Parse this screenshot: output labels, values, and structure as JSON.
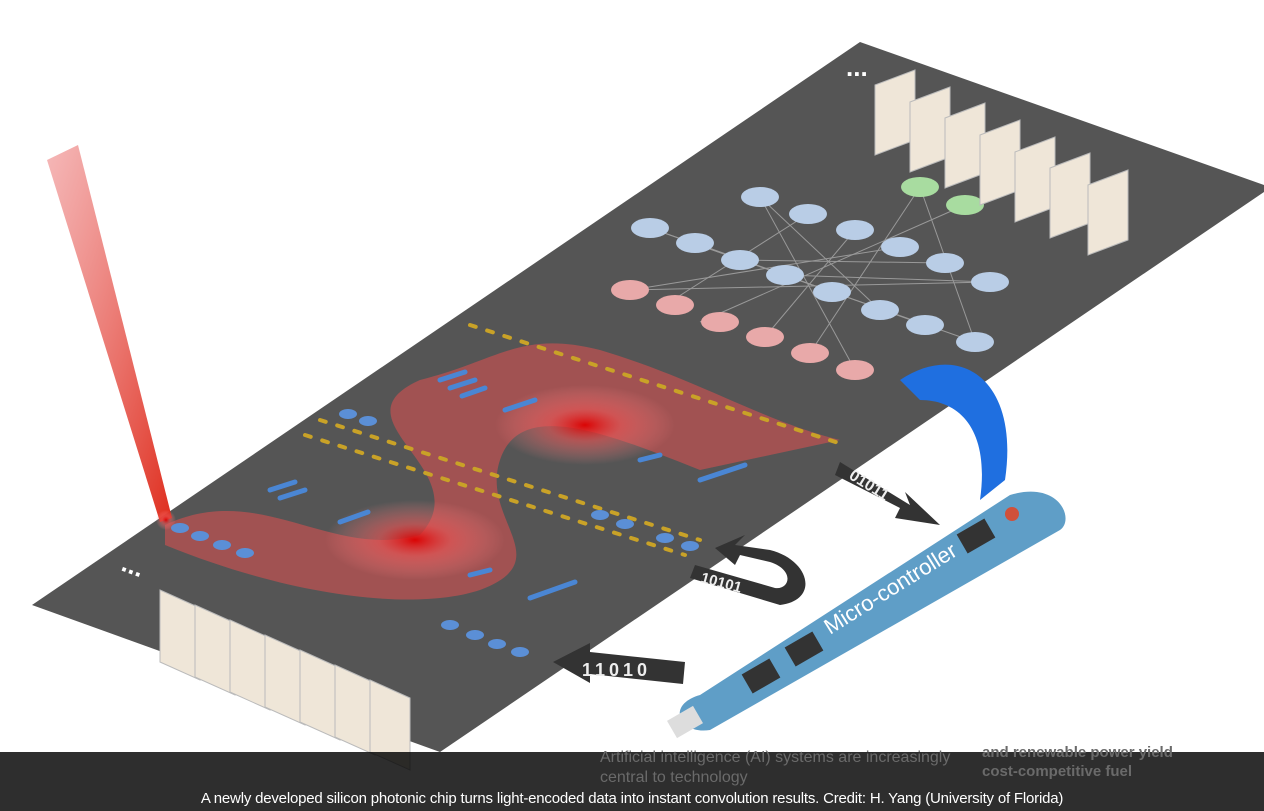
{
  "figure": {
    "chip_label": "Micro-controller",
    "binary_out": "01011",
    "binary_loop": "10101",
    "binary_in": "11010",
    "ellipsis": "...",
    "colors": {
      "chip": "#555555",
      "laser": "#d83a3a",
      "neuron_blue": "#b9cde6",
      "neuron_red": "#e8a9a9",
      "neuron_green": "#a8dca0",
      "board": "#5f9ec7",
      "arrow_blue": "#1f6fe0"
    }
  },
  "background_page": {
    "article_snippet": "Artificial intelligence (AI) systems are increasingly central to technology",
    "sidebar_snippet_1": "and renewable power yield",
    "sidebar_snippet_2": "cost-competitive fuel"
  },
  "caption": "A newly developed silicon photonic chip turns light-encoded data into instant convolution results. Credit: H. Yang (University of Florida)"
}
